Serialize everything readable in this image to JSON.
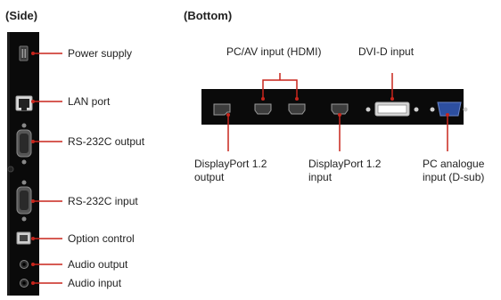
{
  "colors": {
    "accent": "#c8251c",
    "panel": "#0a0a0a",
    "connector": "#8a8a8a",
    "vga": "#2d4fa0",
    "text": "#222222"
  },
  "side": {
    "title": "(Side)",
    "labels": {
      "power": "Power supply",
      "lan": "LAN port",
      "rs232_out": "RS-232C output",
      "rs232_in": "RS-232C input",
      "option": "Option control",
      "audio_out": "Audio output",
      "audio_in": "Audio input"
    }
  },
  "bottom": {
    "title": "(Bottom)",
    "labels": {
      "hdmi": "PC/AV input (HDMI)",
      "dvi": "DVI-D input",
      "dp_out": [
        "DisplayPort 1.2",
        "output"
      ],
      "dp_in": [
        "DisplayPort 1.2",
        "input"
      ],
      "vga": [
        "PC analogue",
        "input (D-sub)"
      ]
    }
  }
}
